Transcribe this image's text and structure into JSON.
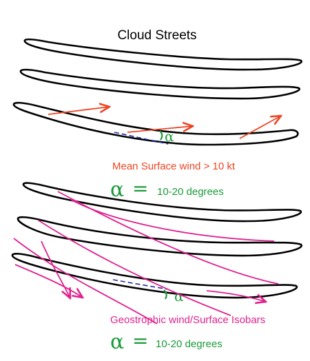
{
  "title": "Cloud Streets",
  "top_panel": {
    "wind_label": "Mean Surface wind > 10 kt",
    "angle_symbol": "α",
    "equation_symbol": "α",
    "equals": "=",
    "angle_range": "10-20 degrees"
  },
  "bottom_panel": {
    "wind_label": "Geostrophic wind/Surface Isobars",
    "angle_symbol": "α",
    "equation_symbol": "α",
    "equals": "=",
    "angle_range": "10-20 degrees"
  },
  "colors": {
    "outline": "#000000",
    "surface_wind": "#ee4422",
    "geostrophic_wind": "#e0208f",
    "angle": "#1c9a3a",
    "reference_line": "#1e2aa0"
  }
}
